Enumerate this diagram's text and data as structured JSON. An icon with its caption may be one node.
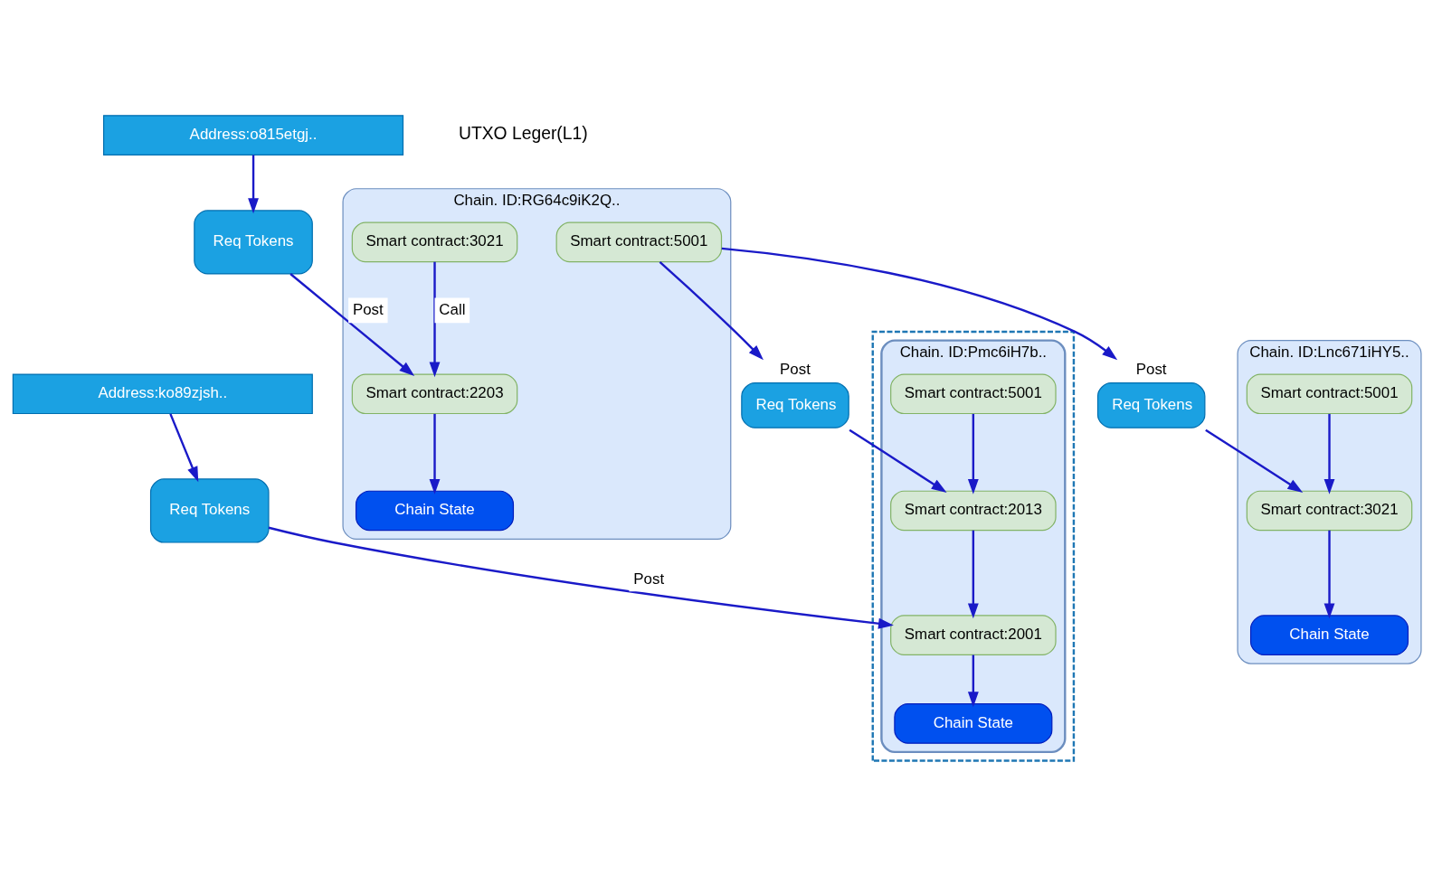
{
  "diagram": {
    "nodes": [
      {
        "text": [],
        "shape": "box"
      },
      {
        "text": [
          "Chain. ID:Pmc6iH7b.."
        ],
        "in": 0
      },
      {
        "text": [
          "Smart contract:5001"
        ],
        "in": 1
      },
      {
        "text": [
          "Smart contract:2013"
        ],
        "in": 1
      },
      {
        "text": [
          "Smart contract:2001"
        ],
        "in": 1
      },
      {
        "text": [
          "Chain State"
        ],
        "in": 1
      },
      {
        "text": [
          "Chain. ID:RG64c9iK2Q.."
        ]
      },
      {
        "text": [
          "Smart contract:5001"
        ],
        "in": 6
      },
      {
        "text": [
          "Smart contract:3021"
        ],
        "in": 6
      },
      {
        "text": [
          "Smart contract:2203"
        ],
        "in": 6
      },
      {
        "text": [
          "Chain State"
        ],
        "in": 6
      },
      {
        "text": [
          "Chain. ID:Lnc671iHY5.."
        ]
      },
      {
        "text": [
          "Smart contract:5001"
        ],
        "in": 11
      },
      {
        "text": [
          "Smart contract:3021"
        ],
        "in": 11
      },
      {
        "text": [
          "Chain State"
        ],
        "in": 11
      },
      {
        "text": [
          "Req Tokens"
        ],
        "beside": [
          "Post"
        ]
      },
      {
        "text": [
          "Req Tokens"
        ],
        "beside": [
          "Post"
        ]
      },
      {
        "text": [
          "Req Tokens"
        ]
      },
      {
        "text": [
          "Req Tokens"
        ]
      },
      {
        "text": [
          "Address:ko89zjsh.."
        ]
      },
      {
        "text": [
          "Address:o815etgj.."
        ]
      }
    ],
    "edges": [
      {
        "from": 2,
        "to": 3,
        "arrow": "to"
      },
      {
        "from": 3,
        "to": 4,
        "arrow": "to"
      },
      {
        "from": 4,
        "to": 5,
        "arrow": "to"
      },
      {
        "from": 7,
        "to": 15,
        "arrow": "to"
      },
      {
        "from": 15,
        "to": 3,
        "arrow": "to"
      },
      {
        "from": 7,
        "to": 16,
        "arrow": "to"
      },
      {
        "from": 16,
        "to": 13,
        "arrow": "to"
      },
      {
        "from": 8,
        "to": 9,
        "arrow": "to",
        "label": "Call"
      },
      {
        "from": 9,
        "to": 10,
        "arrow": "to"
      },
      {
        "from": 12,
        "to": 13,
        "arrow": "to"
      },
      {
        "from": 13,
        "to": 14,
        "arrow": "to"
      },
      {
        "from": 17,
        "to": 4,
        "arrow": "to",
        "label": "Post"
      },
      {
        "from": 18,
        "to": 9,
        "arrow": "to",
        "label": "Post"
      },
      {
        "from": 19,
        "to": 17,
        "arrow": "to"
      },
      {
        "from": 20,
        "to": 18,
        "arrow": "to"
      }
    ],
    "labels": [
      "UTXO Leger(L1)"
    ]
  }
}
